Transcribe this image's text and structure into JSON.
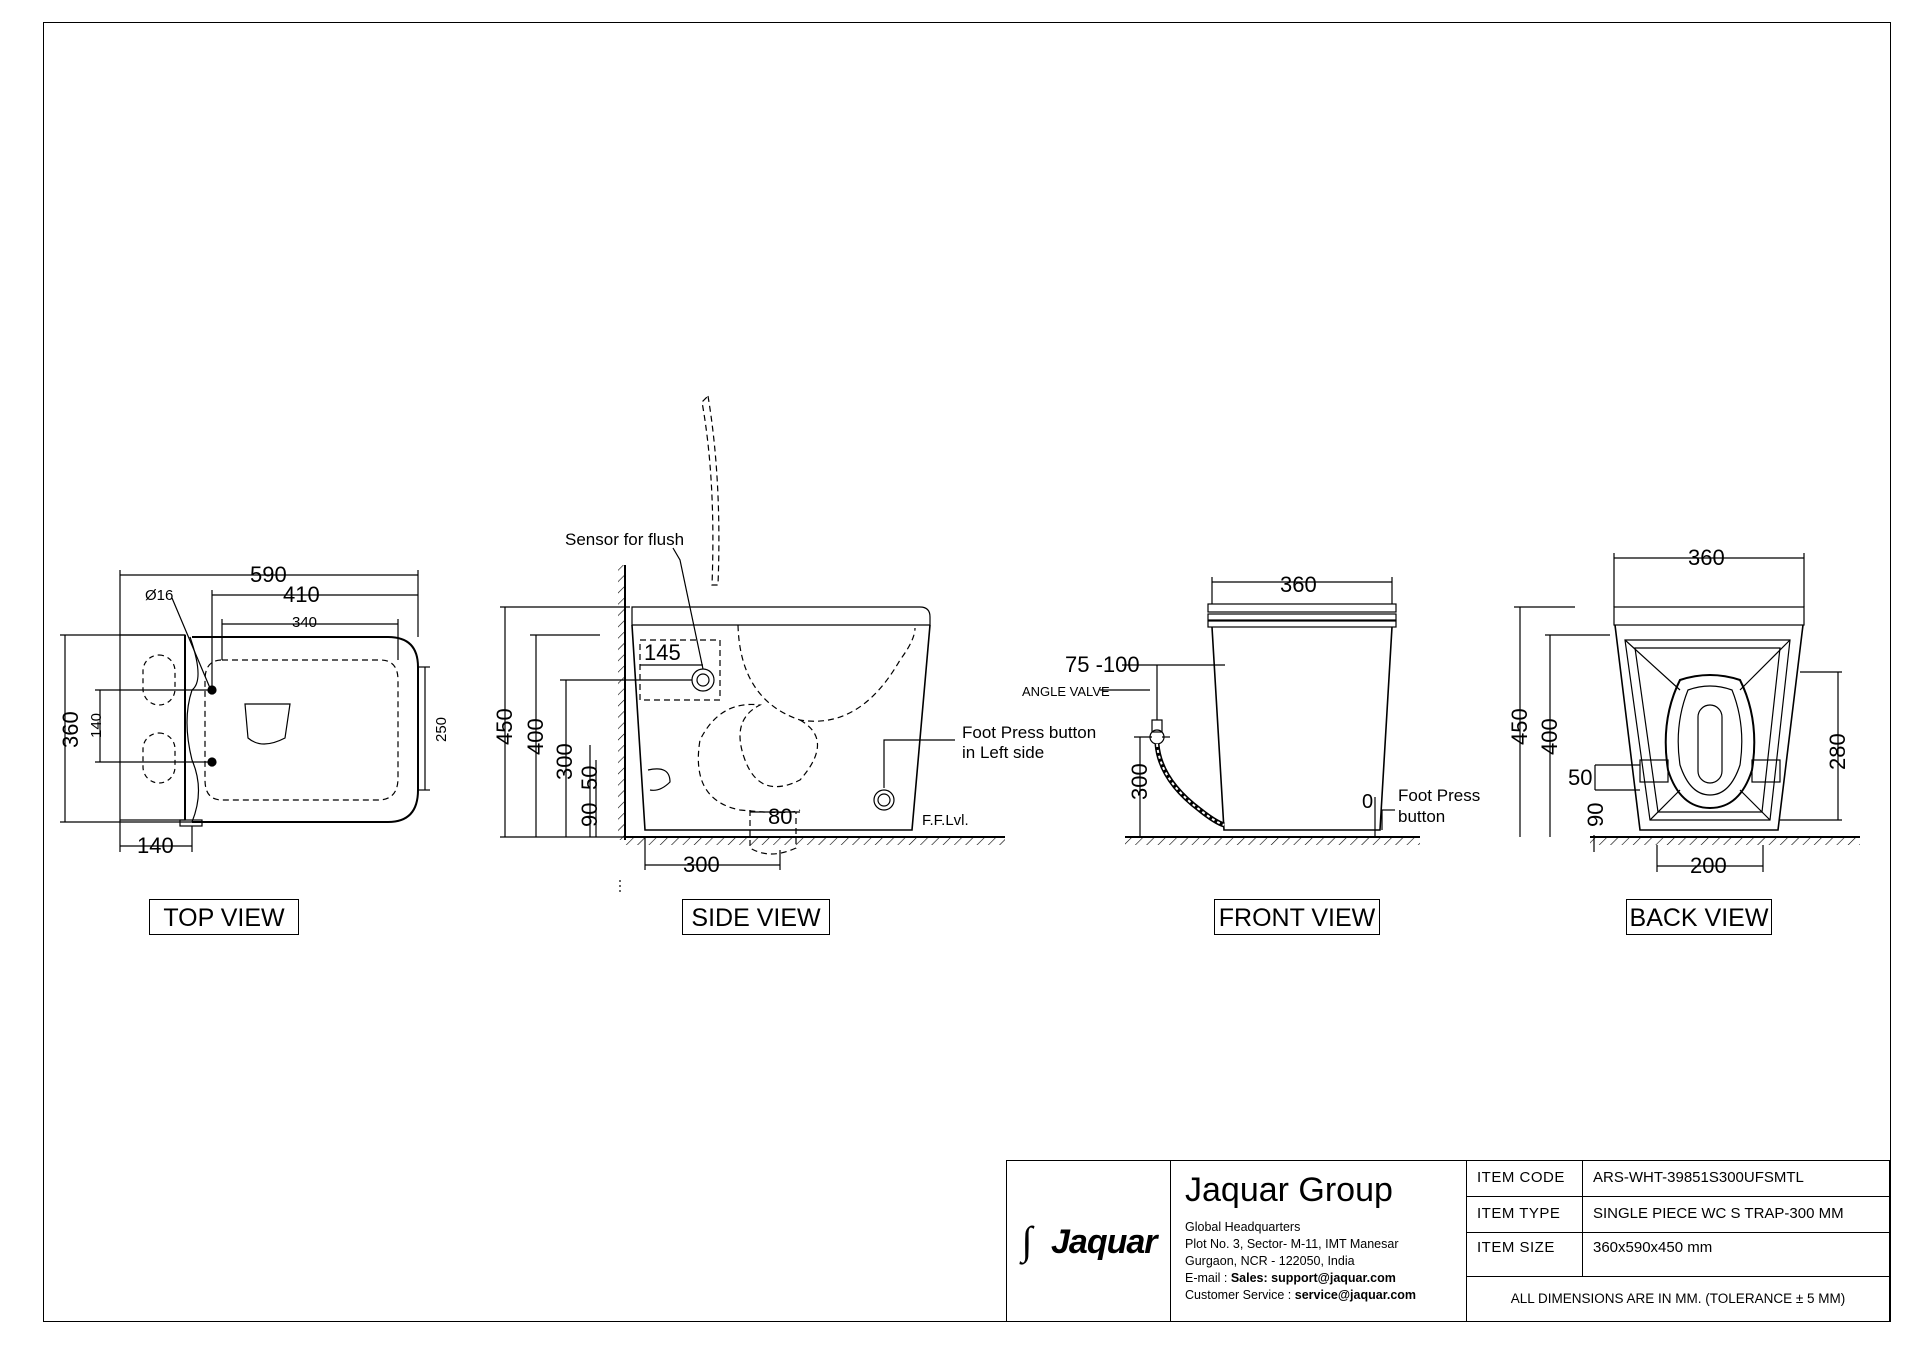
{
  "views": {
    "top": "TOP VIEW",
    "side": "SIDE VIEW",
    "front": "FRONT VIEW",
    "back": "BACK VIEW"
  },
  "top_view": {
    "dim_590": "590",
    "dim_410": "410",
    "dim_340": "340",
    "dim_dia": "Ø16",
    "dim_360": "360",
    "dim_140_v": "140",
    "dim_250": "250",
    "dim_140_h": "140"
  },
  "side_view": {
    "sensor": "Sensor for flush",
    "dim_145": "145",
    "dim_450": "450",
    "dim_400": "400",
    "dim_300_v": "300",
    "dim_90": "90",
    "dim_50": "50",
    "dim_80": "80",
    "dim_300_h": "300",
    "foot_press_1": "Foot Press button",
    "foot_press_2": "in Left side",
    "ffl": "F.F.Lvl."
  },
  "front_view": {
    "dim_360": "360",
    "dim_75_100": "75 -100",
    "angle_valve": "ANGLE VALVE",
    "dim_300": "300",
    "dim_0": "0",
    "foot_press_1": "Foot Press",
    "foot_press_2": "button"
  },
  "back_view": {
    "dim_360": "360",
    "dim_450": "450",
    "dim_400": "400",
    "dim_50": "50",
    "dim_90": "90",
    "dim_280": "280",
    "dim_200": "200"
  },
  "title_block": {
    "logo": "Jaquar",
    "company": "Jaquar Group",
    "hq_title": "Global Headquarters",
    "address_1": "Plot No. 3, Sector- M-11, IMT Manesar",
    "address_2": "Gurgaon, NCR - 122050, India",
    "email_label": "E-mail : ",
    "email_value": "Sales: support@jaquar.com",
    "service_label": "Customer Service : ",
    "service_value": "service@jaquar.com",
    "item_code_label": "ITEM  CODE",
    "item_code": "ARS-WHT-39851S300UFSMTL",
    "item_type_label": "ITEM  TYPE",
    "item_type": "SINGLE PIECE WC S TRAP-300 MM",
    "item_size_label": "ITEM  SIZE",
    "item_size": "360x590x450 mm",
    "note": "ALL DIMENSIONS ARE IN MM. (TOLERANCE ± 5 MM)"
  }
}
